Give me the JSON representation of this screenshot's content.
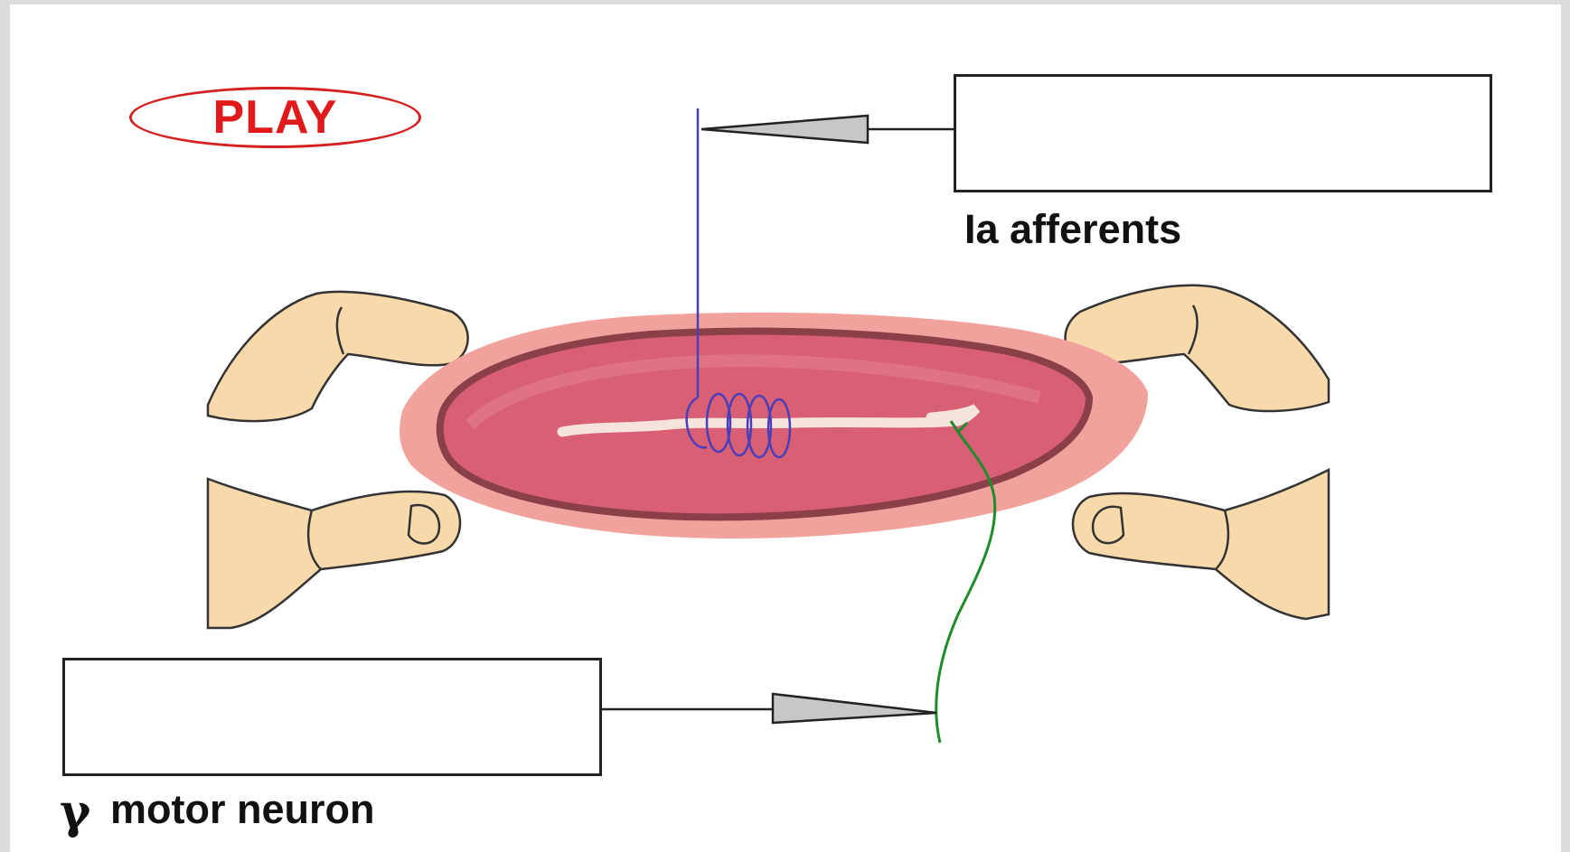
{
  "play_button": {
    "label": "PLAY"
  },
  "labels": {
    "afferent": "Ia   afferents",
    "motor_symbol": "γ",
    "motor": "motor neuron"
  },
  "answer_boxes": {
    "afferent_value": "",
    "motor_value": ""
  },
  "colors": {
    "play": "#e01a1a",
    "afferent_nerve": "#4a3fb8",
    "motor_nerve": "#1f8c2c",
    "muscle_outer": "#f2a29c",
    "muscle_inner": "#d85f74",
    "muscle_border": "#8a3f49",
    "skin": "#f7d9ac"
  }
}
